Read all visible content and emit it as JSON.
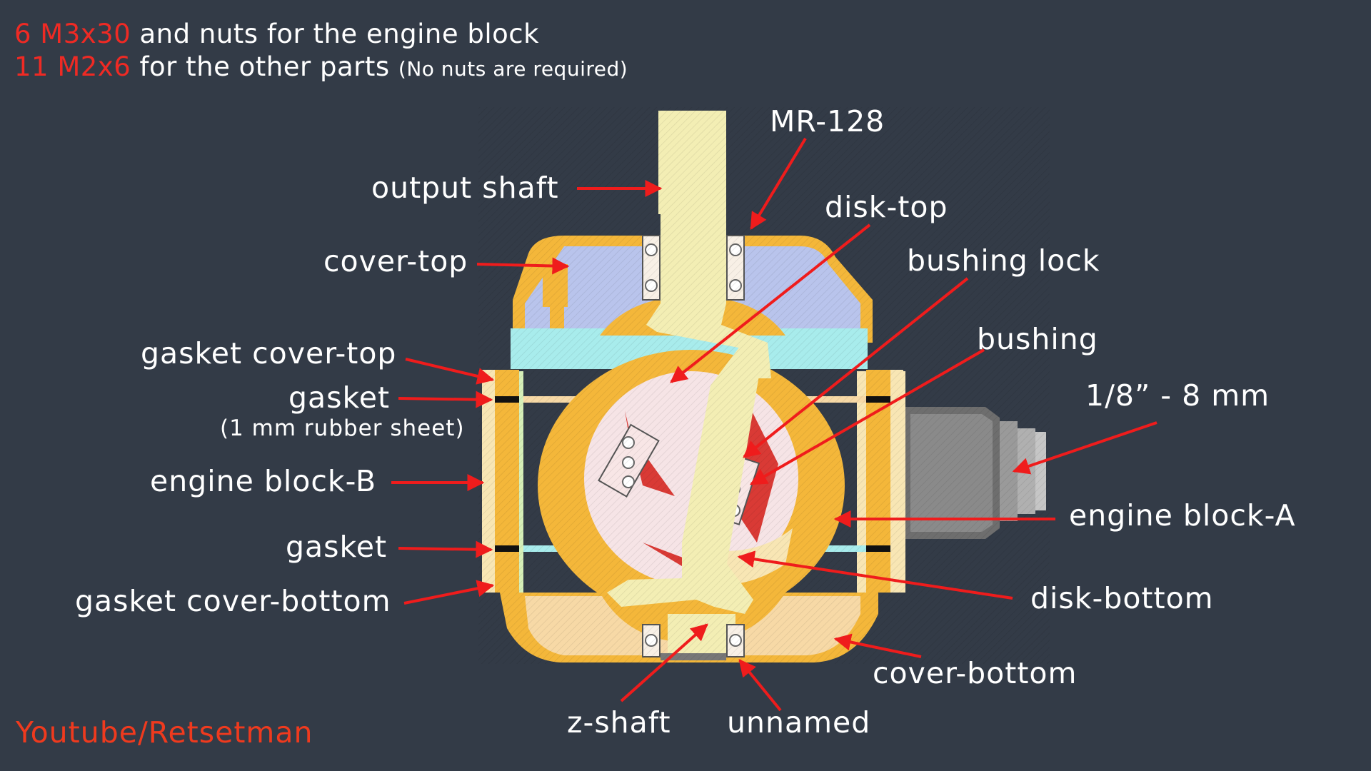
{
  "header": {
    "line1_qty": "6 M3x30",
    "line1_text": " and nuts for the engine block",
    "line2_qty": "11 M2x6",
    "line2_text": " for the other parts ",
    "line2_note": "(No nuts are required)"
  },
  "labels": {
    "output_shaft": "output shaft",
    "mr128": "MR-128",
    "cover_top": "cover-top",
    "disk_top": "disk-top",
    "bushing_lock": "bushing lock",
    "gasket_cover_top": "gasket cover-top",
    "bushing": "bushing",
    "gasket_upper": "gasket",
    "gasket_upper_note": "(1 mm rubber sheet)",
    "fitting": "1/8” - 8 mm",
    "engine_block_b": "engine block-B",
    "engine_block_a": "engine block-A",
    "gasket_lower": "gasket",
    "gasket_cover_bottom": "gasket cover-bottom",
    "disk_bottom": "disk-bottom",
    "cover_bottom": "cover-bottom",
    "z_shaft": "z-shaft",
    "unnamed": "unnamed"
  },
  "credit": "Youtube/Retsetman",
  "colors": {
    "background": "#333b47",
    "arrow": "#ef1c1c",
    "accent_text": "#ef2a24",
    "block": "#f4b73a",
    "block_light": "#f7d9a6",
    "cover_top": "#b9c4ec",
    "shaft": "#f3eeb4",
    "gasket_cover": "#a8ecec",
    "disk": "#f6e4e6",
    "block_b": "#d6efb8"
  }
}
